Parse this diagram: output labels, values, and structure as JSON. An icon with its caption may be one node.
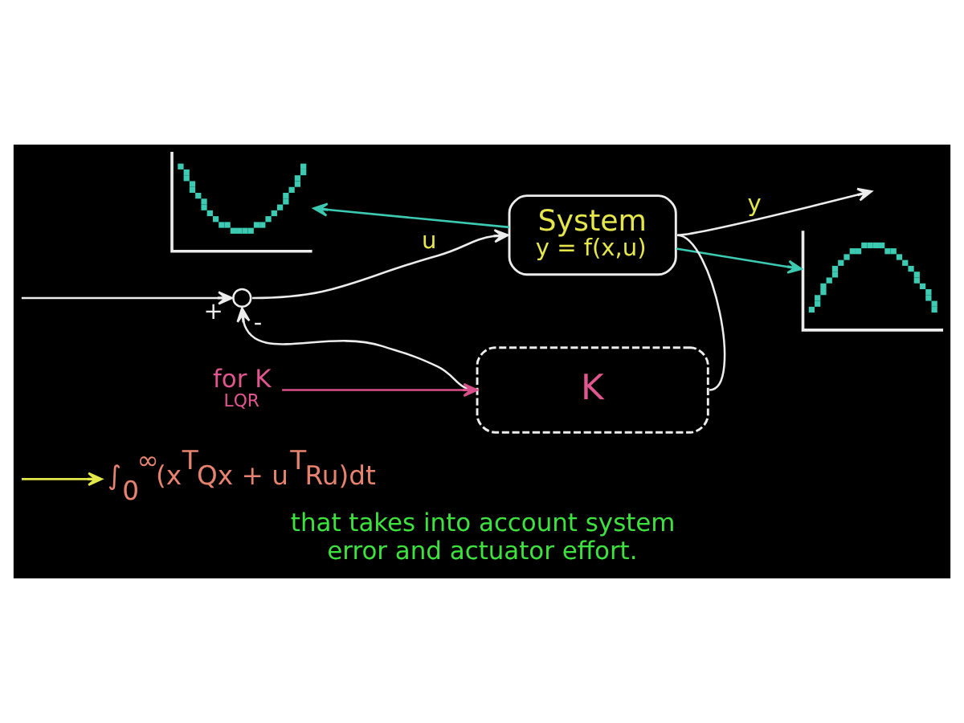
{
  "diagram": {
    "caption": "that takes into account system error and actuator effort.",
    "nodes": [
      {
        "text": [],
        "shape": "picture"
      },
      {
        "text": [],
        "shape": "picture"
      },
      {
        "text": [],
        "shape": "circle"
      },
      {
        "text": [
          "System",
          "y = f(x,u)"
        ]
      },
      {
        "text": [
          "K"
        ]
      },
      {
        "text": [
          "for K",
          "LQR"
        ]
      },
      {
        "text": [
          "∫$_{0}$$^{∞}$(x$^{T}$Qx + u$^{T}$Ru)dt"
        ]
      }
    ],
    "edges": [
      {
        "from": null,
        "to": 2,
        "arrow": "to",
        "label": "+"
      },
      {
        "from": 2,
        "to": 3,
        "arrow": "to",
        "label": "u"
      },
      {
        "from": 3,
        "to": null,
        "arrow": "to",
        "label": "y"
      },
      {
        "from": 3,
        "to": 4,
        "arrow": "none"
      },
      {
        "from": 4,
        "to": 2,
        "arrow": "to",
        "label": "-"
      },
      {
        "from": 3,
        "to": 0,
        "arrow": "to",
        "color": "#3ccab2"
      },
      {
        "from": 3,
        "to": 1,
        "arrow": "to",
        "color": "#3ccab2"
      },
      {
        "from": 5,
        "to": 4,
        "arrow": "to",
        "color": "#d8508a"
      },
      {
        "from": null,
        "to": 6,
        "arrow": "to",
        "color": "#e2e84a"
      }
    ]
  }
}
